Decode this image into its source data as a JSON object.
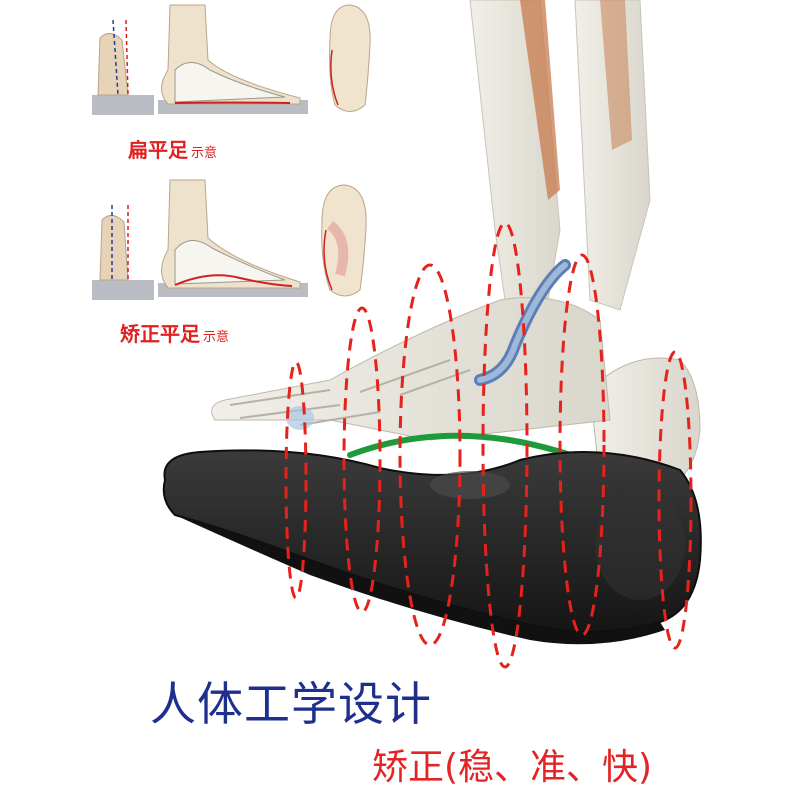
{
  "diagram_flat": {
    "title": "扁平足",
    "suffix": "示意"
  },
  "diagram_corrected": {
    "title": "矫正平足",
    "suffix": "示意"
  },
  "headline": "人体工学设计",
  "subline": "矫正(稳、准、快)",
  "colors": {
    "headline": "#1e2f8e",
    "label_red": "#e02020",
    "dashes": "#e5221b",
    "arch_line": "#1f9a3a",
    "insole": "#2a2a2a"
  }
}
